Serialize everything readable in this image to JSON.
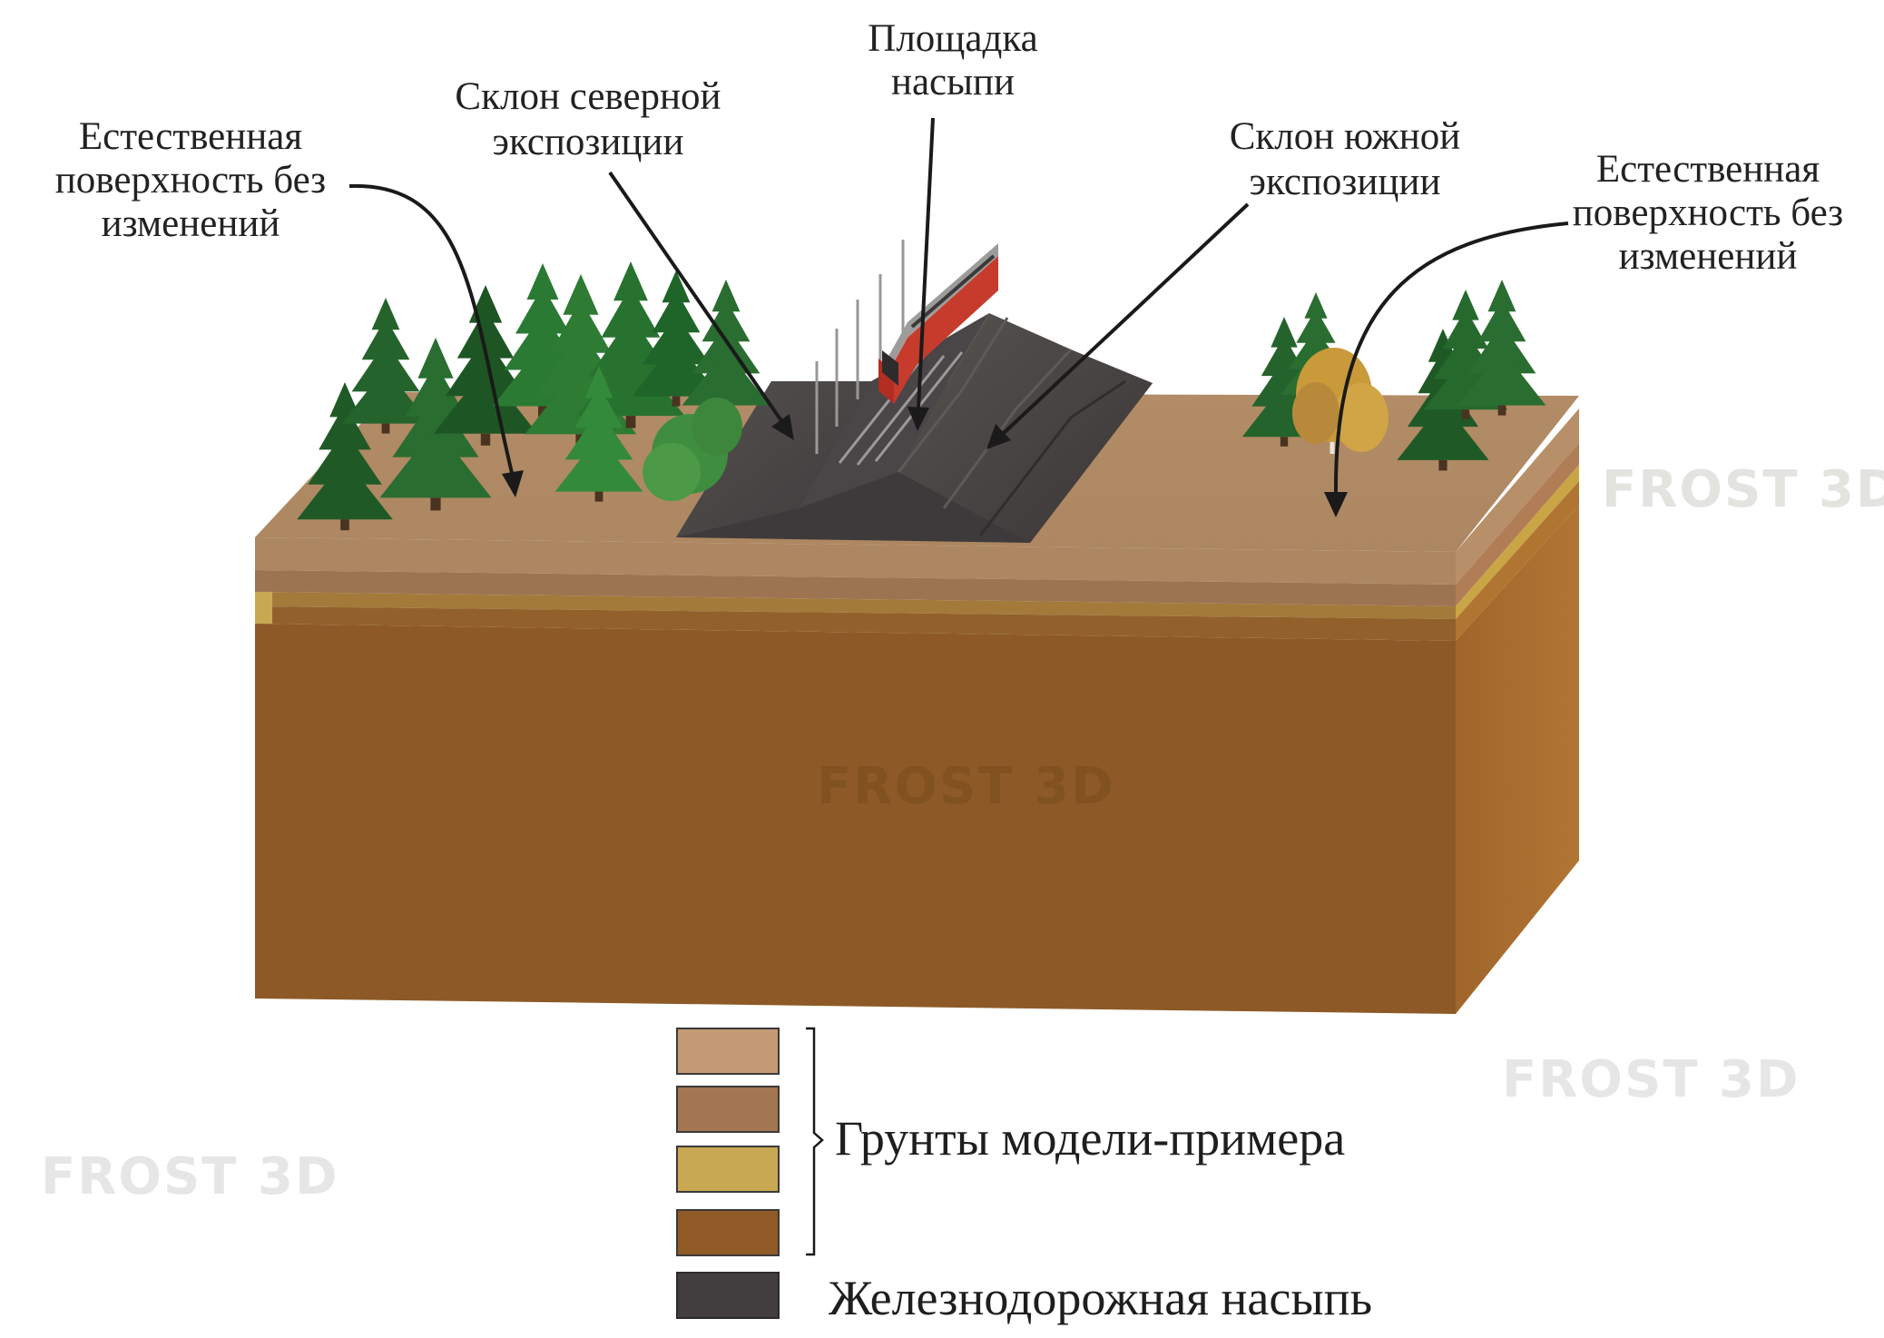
{
  "labels": {
    "natural_left": [
      "Естественная",
      "поверхность без",
      "изменений"
    ],
    "slope_north": [
      "Склон северной",
      "экспозиции"
    ],
    "platform": [
      "Площадка",
      "насыпи"
    ],
    "slope_south": [
      "Склон южной",
      "экспозиции"
    ],
    "natural_right": [
      "Естественная",
      "поверхность без",
      "изменений"
    ]
  },
  "legend": {
    "soils_label": "Грунты модели-примера",
    "embankment_label": "Железнодорожная насыпь",
    "soil_swatches": [
      {
        "name": "soil-layer-1",
        "color": "#c49a74"
      },
      {
        "name": "soil-layer-2",
        "color": "#a37550"
      },
      {
        "name": "soil-layer-3",
        "color": "#c9a853"
      },
      {
        "name": "soil-layer-4",
        "color": "#8f5a26"
      }
    ],
    "embankment_swatch": {
      "name": "embankment",
      "color": "#423e3f"
    }
  },
  "watermark": "FROST 3D",
  "colors": {
    "top_surface": "#b18c67",
    "layer_top": "#ac8762",
    "layer_mid": "#9c7452",
    "layer_sand": "#c3a04d",
    "layer_deep_front": "#8d5a27",
    "layer_deep_side": "#a56d2e",
    "embankment_face": "#4a4547",
    "embankment_top": "#3e3a3c",
    "train_red": "#c63b2c",
    "tree_dark": "#1f5a26",
    "tree_light": "#2f7a34",
    "birch_yellow": "#c89a3a"
  }
}
